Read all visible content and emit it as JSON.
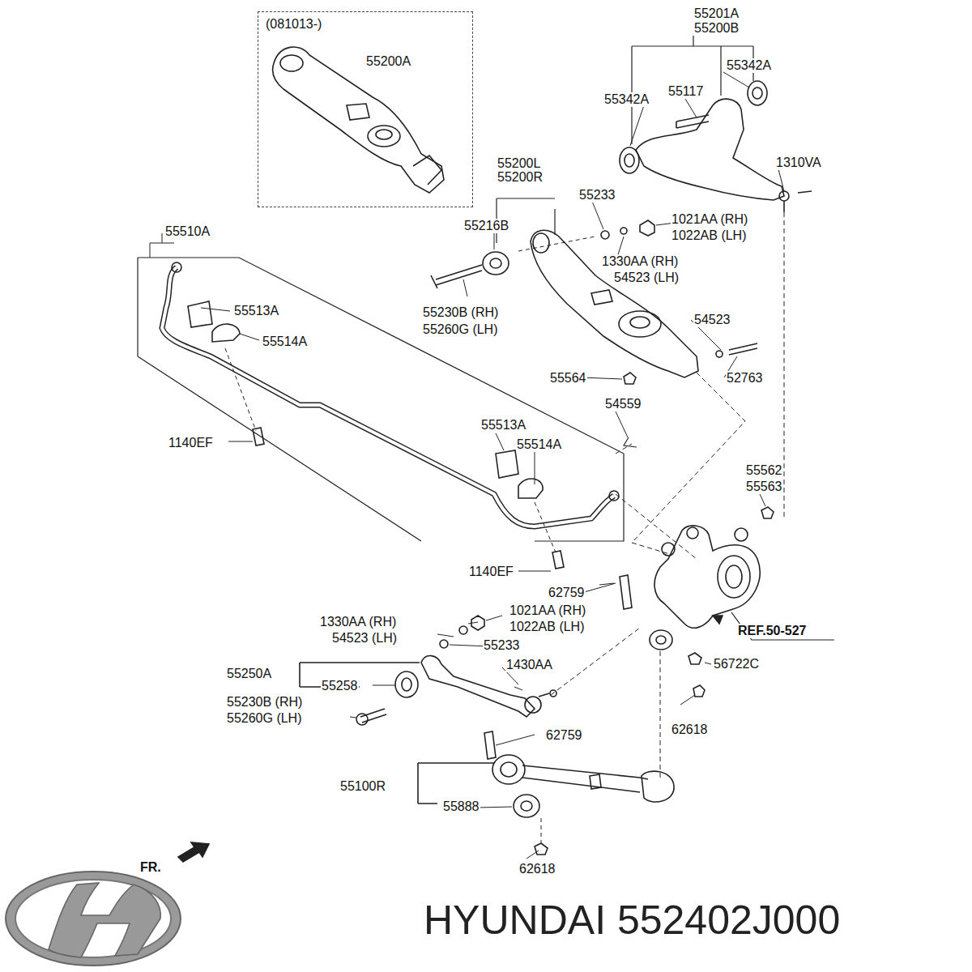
{
  "diagram": {
    "nodes": [
      {
        "text": [
          "(081013-)",
          "55200A"
        ]
      }
    ],
    "labels": [
      "55201A",
      "55200B",
      "55342A",
      "55342A",
      "55117",
      "1310VA",
      "55200L",
      "55200R",
      "55233",
      "55216B",
      "1021AA (RH)",
      "1022AB (LH)",
      "1330AA (RH)",
      "54523 (LH)",
      "55230B (RH)",
      "55260G (LH)",
      "54523",
      "52763",
      "55564",
      "55510A",
      "55513A",
      "55514A",
      "1140EF",
      "54559",
      "55513A",
      "55514A",
      "55562",
      "55563",
      "1140EF",
      "62759",
      "1330AA (RH)",
      "1021AA (RH)",
      "54523 (LH)",
      "1022AB (LH)",
      "55233",
      "REF.50-527",
      "55250A",
      "1430AA",
      "56722C",
      "55258",
      "55230B (RH)",
      "55260G (LH)",
      "62618",
      "62759",
      "55100R",
      "55888",
      "FR.",
      "62618",
      "HYUNDAI 552402J000"
    ]
  }
}
